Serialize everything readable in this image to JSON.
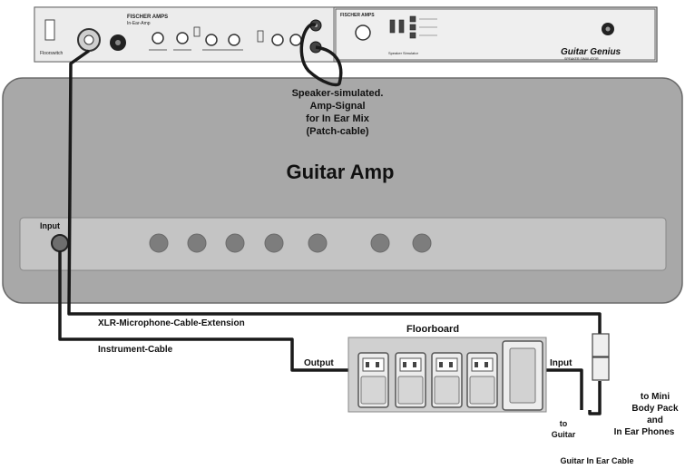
{
  "rack": {
    "fischer_left": "FISCHER AMPS",
    "in_ear_amp": "In-Ear-Amp",
    "fischer_right": "FISCHER AMPS",
    "brand_text": "Guitar Genius",
    "brand_subtext": "SPEAKER SIMULATOR",
    "left_switch": "Floorswitch",
    "speaker_simulator_label": "Speaker Simulator"
  },
  "callout": {
    "line1": "Speaker-simulated.",
    "line2": "Amp-Signal",
    "line3": "for In Ear Mix",
    "line4": "(Patch-cable)"
  },
  "amp": {
    "title": "Guitar Amp",
    "input_label": "Input",
    "knob_count": 7
  },
  "cables": {
    "xlr": "XLR-Microphone-Cable-Extension",
    "instrument": "Instrument-Cable",
    "in_ear": "Guitar In Ear Cable"
  },
  "floorboard": {
    "title": "Floorboard",
    "output": "Output",
    "input": "Input",
    "to_guitar_1": "to",
    "to_guitar_2": "Guitar"
  },
  "bodypack": {
    "line1": "to Mini",
    "line2": "Body Pack",
    "line3": "and",
    "line4": "In Ear Phones"
  },
  "colors": {
    "amp_body": "#a8a8a8",
    "panel": "#c4c4c4",
    "knob": "#7d7d7d",
    "cable": "#1a1a1a"
  }
}
